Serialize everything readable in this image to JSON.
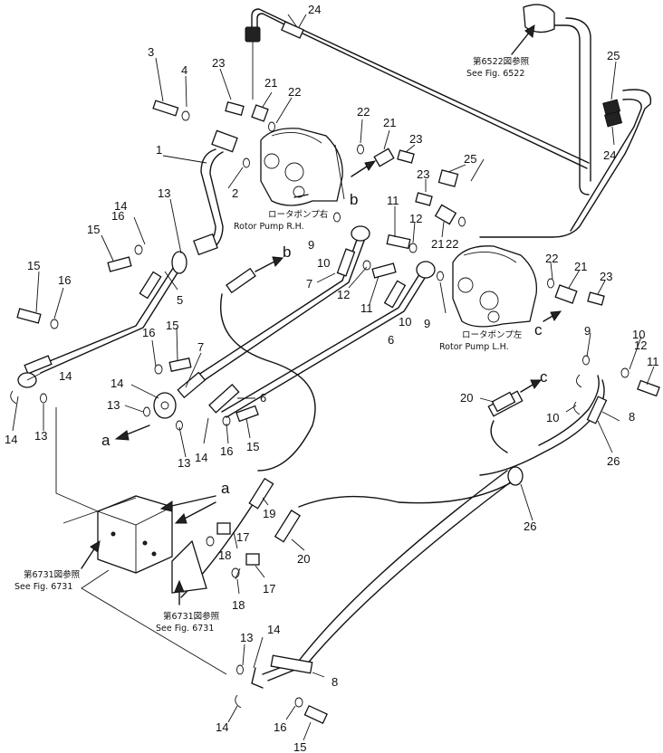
{
  "callouts": {
    "n1": "1",
    "n2": "2",
    "n3": "3",
    "n4": "4",
    "n5": "5",
    "n6": "6",
    "n7": "7",
    "n8": "8",
    "n9": "9",
    "n10": "10",
    "n11": "11",
    "n12": "12",
    "n13": "13",
    "n14": "14",
    "n15": "15",
    "n16": "16",
    "n17": "17",
    "n18": "18",
    "n19": "19",
    "n20": "20",
    "n21": "21",
    "n22": "22",
    "n23": "23",
    "n24": "24",
    "n25": "25",
    "n26": "26"
  },
  "letters": {
    "a": "a",
    "b": "b",
    "c": "c"
  },
  "captions": {
    "pump_rh_jp": "ロータポンプ右",
    "pump_rh_en": "Rotor Pump R.H.",
    "pump_lh_jp": "ロータポンプ左",
    "pump_lh_en": "Rotor Pump L.H.",
    "fig6522_jp": "第6522図参照",
    "fig6522_en": "See Fig. 6522",
    "fig6731_jp": "第6731図参照",
    "fig6731_en": "See Fig. 6731"
  }
}
